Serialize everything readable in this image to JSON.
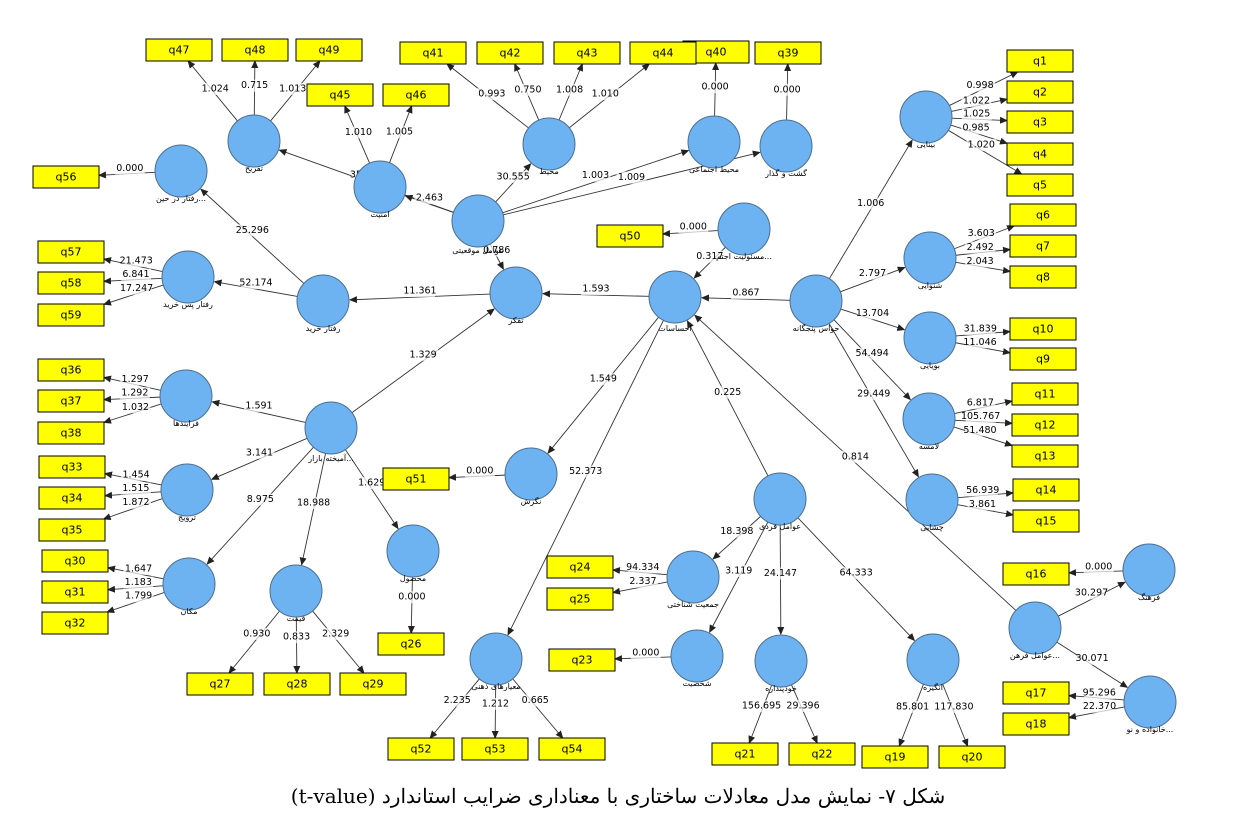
{
  "caption": "شکل ۷- نمایش مدل معادلات ساختاری با معناداری ضرایب استاندارد (t-value)",
  "colors": {
    "latent_fill": "#6db3f2",
    "indicator_fill": "#ffff00"
  },
  "latents": [
    {
      "id": "tafrih",
      "label": "تفریح"
    },
    {
      "id": "amniyat",
      "label": "امنیت"
    },
    {
      "id": "mohit",
      "label": "محیط"
    },
    {
      "id": "mohit_ej",
      "label": "محیط اجتماعی"
    },
    {
      "id": "gasht",
      "label": "گشت و گذار"
    },
    {
      "id": "raftar_dar",
      "label": "رفتار در حین..."
    },
    {
      "id": "avamel_mov",
      "label": "عوامل موقعیتی"
    },
    {
      "id": "masouliyat",
      "label": "مسئولیت اجتم..."
    },
    {
      "id": "binayi",
      "label": "بینایی"
    },
    {
      "id": "shenavayi",
      "label": "شنوایی"
    },
    {
      "id": "bouyayi",
      "label": "بویایی"
    },
    {
      "id": "lamese",
      "label": "لامسه"
    },
    {
      "id": "cheshayi",
      "label": "چشایی"
    },
    {
      "id": "havas",
      "label": "حواس پنجگانه"
    },
    {
      "id": "ehsasat",
      "label": "احساسات"
    },
    {
      "id": "tafakor",
      "label": "تفکر"
    },
    {
      "id": "raftar_pas",
      "label": "رفتار پس خرید"
    },
    {
      "id": "raftar_kharid",
      "label": "رفتار خرید"
    },
    {
      "id": "farayand",
      "label": "فرایندها"
    },
    {
      "id": "amikhte",
      "label": "آمیخته بازار..."
    },
    {
      "id": "tarvij",
      "label": "ترویج"
    },
    {
      "id": "makan",
      "label": "مکان"
    },
    {
      "id": "gheimat",
      "label": "قیمت"
    },
    {
      "id": "mahsool",
      "label": "محصول"
    },
    {
      "id": "negaresh",
      "label": "نگرش"
    },
    {
      "id": "avamel_fardi",
      "label": "عوامل فردی"
    },
    {
      "id": "jamiyat",
      "label": "جمعیت شناختی"
    },
    {
      "id": "shakhsiyat",
      "label": "شخصیت"
    },
    {
      "id": "khodpendare",
      "label": "خودپنداره"
    },
    {
      "id": "angize",
      "label": "انگیزه"
    },
    {
      "id": "meyar",
      "label": "معیارهای ذهنی"
    },
    {
      "id": "farhang",
      "label": "فرهنگ"
    },
    {
      "id": "avamel_farhangi",
      "label": "عوامل فرهن..."
    },
    {
      "id": "khanevade",
      "label": "خانواده و نو..."
    }
  ],
  "indicators": [
    "q1",
    "q2",
    "q3",
    "q4",
    "q5",
    "q6",
    "q7",
    "q8",
    "q9",
    "q10",
    "q11",
    "q12",
    "q13",
    "q14",
    "q15",
    "q16",
    "q17",
    "q18",
    "q19",
    "q20",
    "q21",
    "q22",
    "q23",
    "q24",
    "q25",
    "q26",
    "q27",
    "q28",
    "q29",
    "q30",
    "q31",
    "q32",
    "q33",
    "q34",
    "q35",
    "q36",
    "q37",
    "q38",
    "q39",
    "q40",
    "q41",
    "q42",
    "q43",
    "q44",
    "q45",
    "q46",
    "q47",
    "q48",
    "q49",
    "q50",
    "q51",
    "q52",
    "q53",
    "q54",
    "q56",
    "q57",
    "q58",
    "q59"
  ],
  "paths": [
    {
      "from": "avamel_mov",
      "to": "tafrih",
      "t": "35.142"
    },
    {
      "from": "avamel_mov",
      "to": "amniyat",
      "t": "2.463"
    },
    {
      "from": "avamel_mov",
      "to": "mohit",
      "t": "30.555"
    },
    {
      "from": "avamel_mov",
      "to": "mohit_ej",
      "t": "1.003"
    },
    {
      "from": "avamel_mov",
      "to": "gasht",
      "t": "1.009"
    },
    {
      "from": "avamel_mov",
      "to": "tafakor",
      "t": "0.786"
    },
    {
      "from": "raftar_kharid",
      "to": "raftar_dar",
      "t": "25.296"
    },
    {
      "from": "raftar_kharid",
      "to": "raftar_pas",
      "t": "52.174"
    },
    {
      "from": "tafakor",
      "to": "raftar_kharid",
      "t": "11.361"
    },
    {
      "from": "ehsasat",
      "to": "tafakor",
      "t": "1.593"
    },
    {
      "from": "havas",
      "to": "ehsasat",
      "t": "0.867"
    },
    {
      "from": "havas",
      "to": "binayi",
      "t": "1.006"
    },
    {
      "from": "havas",
      "to": "shenavayi",
      "t": "2.797"
    },
    {
      "from": "havas",
      "to": "bouyayi",
      "t": "13.704"
    },
    {
      "from": "havas",
      "to": "lamese",
      "t": "54.494"
    },
    {
      "from": "havas",
      "to": "cheshayi",
      "t": "29.449"
    },
    {
      "from": "amikhte",
      "to": "tafakor",
      "t": "1.329"
    },
    {
      "from": "amikhte",
      "to": "farayand",
      "t": "1.591"
    },
    {
      "from": "amikhte",
      "to": "tarvij",
      "t": "3.141"
    },
    {
      "from": "amikhte",
      "to": "makan",
      "t": "8.975"
    },
    {
      "from": "amikhte",
      "to": "gheimat",
      "t": "18.988"
    },
    {
      "from": "amikhte",
      "to": "mahsool",
      "t": "1.629"
    },
    {
      "from": "ehsasat",
      "to": "negaresh",
      "t": "1.549"
    },
    {
      "from": "avamel_fardi",
      "to": "ehsasat",
      "t": "0.225"
    },
    {
      "from": "avamel_fardi",
      "to": "jamiyat",
      "t": "18.398"
    },
    {
      "from": "avamel_fardi",
      "to": "shakhsiyat",
      "t": "3.119"
    },
    {
      "from": "avamel_fardi",
      "to": "khodpendare",
      "t": "24.147"
    },
    {
      "from": "avamel_fardi",
      "to": "angize",
      "t": "64.333"
    },
    {
      "from": "ehsasat",
      "to": "meyar",
      "t": "52.373"
    },
    {
      "from": "avamel_farhangi",
      "to": "ehsasat",
      "t": "0.814"
    },
    {
      "from": "avamel_farhangi",
      "to": "farhang",
      "t": "30.297"
    },
    {
      "from": "avamel_farhangi",
      "to": "khanevade",
      "t": "30.071"
    },
    {
      "from": "masouliyat",
      "to": "ehsasat",
      "t": "0.317"
    }
  ],
  "loadings": [
    {
      "latent": "tafrih",
      "indicator": "q47",
      "t": "1.024"
    },
    {
      "latent": "tafrih",
      "indicator": "q48",
      "t": "0.715"
    },
    {
      "latent": "tafrih",
      "indicator": "q49",
      "t": "1.013"
    },
    {
      "latent": "amniyat",
      "indicator": "q45",
      "t": "1.010"
    },
    {
      "latent": "amniyat",
      "indicator": "q46",
      "t": "1.005"
    },
    {
      "latent": "mohit",
      "indicator": "q41",
      "t": "0.993"
    },
    {
      "latent": "mohit",
      "indicator": "q42",
      "t": "0.750"
    },
    {
      "latent": "mohit",
      "indicator": "q43",
      "t": "1.008"
    },
    {
      "latent": "mohit",
      "indicator": "q44",
      "t": "1.010"
    },
    {
      "latent": "mohit_ej",
      "indicator": "q40",
      "t": "0.000"
    },
    {
      "latent": "gasht",
      "indicator": "q39",
      "t": "0.000"
    },
    {
      "latent": "raftar_dar",
      "indicator": "q56",
      "t": "0.000"
    },
    {
      "latent": "masouliyat",
      "indicator": "q50",
      "t": "0.000"
    },
    {
      "latent": "binayi",
      "indicator": "q1",
      "t": "0.998"
    },
    {
      "latent": "binayi",
      "indicator": "q2",
      "t": "1.022"
    },
    {
      "latent": "binayi",
      "indicator": "q3",
      "t": "1.025"
    },
    {
      "latent": "binayi",
      "indicator": "q4",
      "t": "0.985"
    },
    {
      "latent": "binayi",
      "indicator": "q5",
      "t": "1.020"
    },
    {
      "latent": "shenavayi",
      "indicator": "q6",
      "t": "3.603"
    },
    {
      "latent": "shenavayi",
      "indicator": "q7",
      "t": "2.492"
    },
    {
      "latent": "shenavayi",
      "indicator": "q8",
      "t": "2.043"
    },
    {
      "latent": "bouyayi",
      "indicator": "q10",
      "t": "31.839"
    },
    {
      "latent": "bouyayi",
      "indicator": "q9",
      "t": "11.046"
    },
    {
      "latent": "lamese",
      "indicator": "q11",
      "t": "6.817"
    },
    {
      "latent": "lamese",
      "indicator": "q12",
      "t": "105.767"
    },
    {
      "latent": "lamese",
      "indicator": "q13",
      "t": "51.480"
    },
    {
      "latent": "cheshayi",
      "indicator": "q14",
      "t": "56.939"
    },
    {
      "latent": "cheshayi",
      "indicator": "q15",
      "t": "3.861"
    },
    {
      "latent": "raftar_pas",
      "indicator": "q57",
      "t": "21.473"
    },
    {
      "latent": "raftar_pas",
      "indicator": "q58",
      "t": "6.841"
    },
    {
      "latent": "raftar_pas",
      "indicator": "q59",
      "t": "17.247"
    },
    {
      "latent": "farayand",
      "indicator": "q36",
      "t": "1.297"
    },
    {
      "latent": "farayand",
      "indicator": "q37",
      "t": "1.292"
    },
    {
      "latent": "farayand",
      "indicator": "q38",
      "t": "1.032"
    },
    {
      "latent": "tarvij",
      "indicator": "q33",
      "t": "1.454"
    },
    {
      "latent": "tarvij",
      "indicator": "q34",
      "t": "1.515"
    },
    {
      "latent": "tarvij",
      "indicator": "q35",
      "t": "1.872"
    },
    {
      "latent": "makan",
      "indicator": "q30",
      "t": "1.647"
    },
    {
      "latent": "makan",
      "indicator": "q31",
      "t": "1.183"
    },
    {
      "latent": "makan",
      "indicator": "q32",
      "t": "1.799"
    },
    {
      "latent": "gheimat",
      "indicator": "q27",
      "t": "0.930"
    },
    {
      "latent": "gheimat",
      "indicator": "q28",
      "t": "0.833"
    },
    {
      "latent": "gheimat",
      "indicator": "q29",
      "t": "2.329"
    },
    {
      "latent": "mahsool",
      "indicator": "q26",
      "t": "0.000"
    },
    {
      "latent": "negaresh",
      "indicator": "q51",
      "t": "0.000"
    },
    {
      "latent": "jamiyat",
      "indicator": "q24",
      "t": "94.334"
    },
    {
      "latent": "jamiyat",
      "indicator": "q25",
      "t": "2.337"
    },
    {
      "latent": "shakhsiyat",
      "indicator": "q23",
      "t": "0.000"
    },
    {
      "latent": "khodpendare",
      "indicator": "q21",
      "t": "156.695"
    },
    {
      "latent": "khodpendare",
      "indicator": "q22",
      "t": "29.396"
    },
    {
      "latent": "angize",
      "indicator": "q19",
      "t": "85.801"
    },
    {
      "latent": "angize",
      "indicator": "q20",
      "t": "117.830"
    },
    {
      "latent": "meyar",
      "indicator": "q52",
      "t": "2.235"
    },
    {
      "latent": "meyar",
      "indicator": "q53",
      "t": "1.212"
    },
    {
      "latent": "meyar",
      "indicator": "q54",
      "t": "0.665"
    },
    {
      "latent": "farhang",
      "indicator": "q16",
      "t": "0.000"
    },
    {
      "latent": "khanevade",
      "indicator": "q17",
      "t": "95.296"
    },
    {
      "latent": "khanevade",
      "indicator": "q18",
      "t": "22.370"
    }
  ]
}
